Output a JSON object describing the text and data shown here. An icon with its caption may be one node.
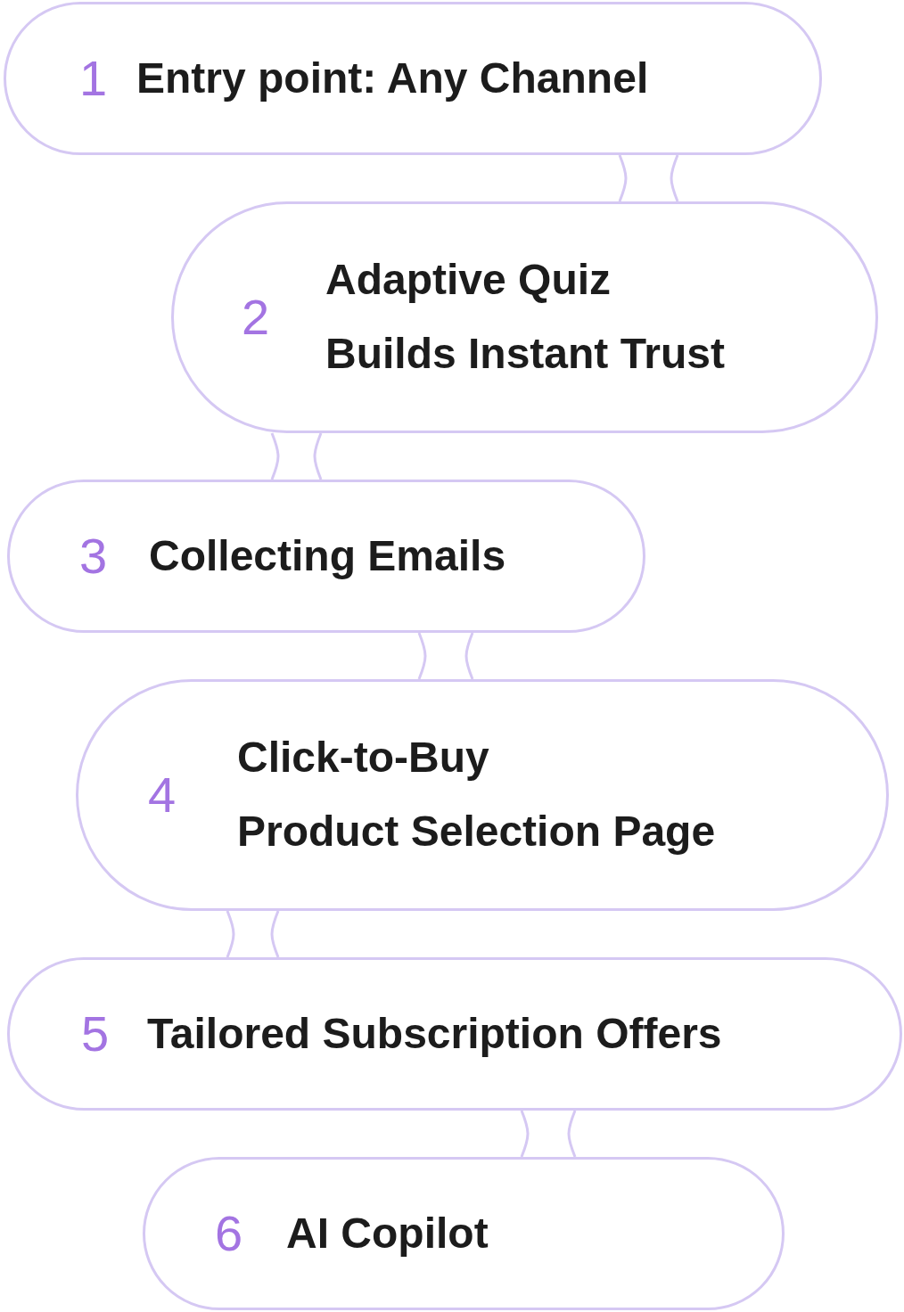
{
  "diagram": {
    "nodes": [
      {
        "text": [
          "1",
          "Entry point: Any Channel"
        ]
      },
      {
        "text": [
          "2",
          "Adaptive Quiz",
          "Builds Instant Trust"
        ]
      },
      {
        "text": [
          "3",
          "Collecting Emails"
        ]
      },
      {
        "text": [
          "4",
          "Click-to-Buy",
          "Product Selection Page"
        ]
      },
      {
        "text": [
          "5",
          "Tailored Subscription Offers"
        ]
      },
      {
        "text": [
          "6",
          "AI Copilot"
        ]
      }
    ],
    "edges": [
      {
        "from": 0,
        "to": 1,
        "arrow": "none"
      },
      {
        "from": 1,
        "to": 2,
        "arrow": "none"
      },
      {
        "from": 2,
        "to": 3,
        "arrow": "none"
      },
      {
        "from": 3,
        "to": 4,
        "arrow": "none"
      },
      {
        "from": 4,
        "to": 5,
        "arrow": "none"
      }
    ]
  }
}
